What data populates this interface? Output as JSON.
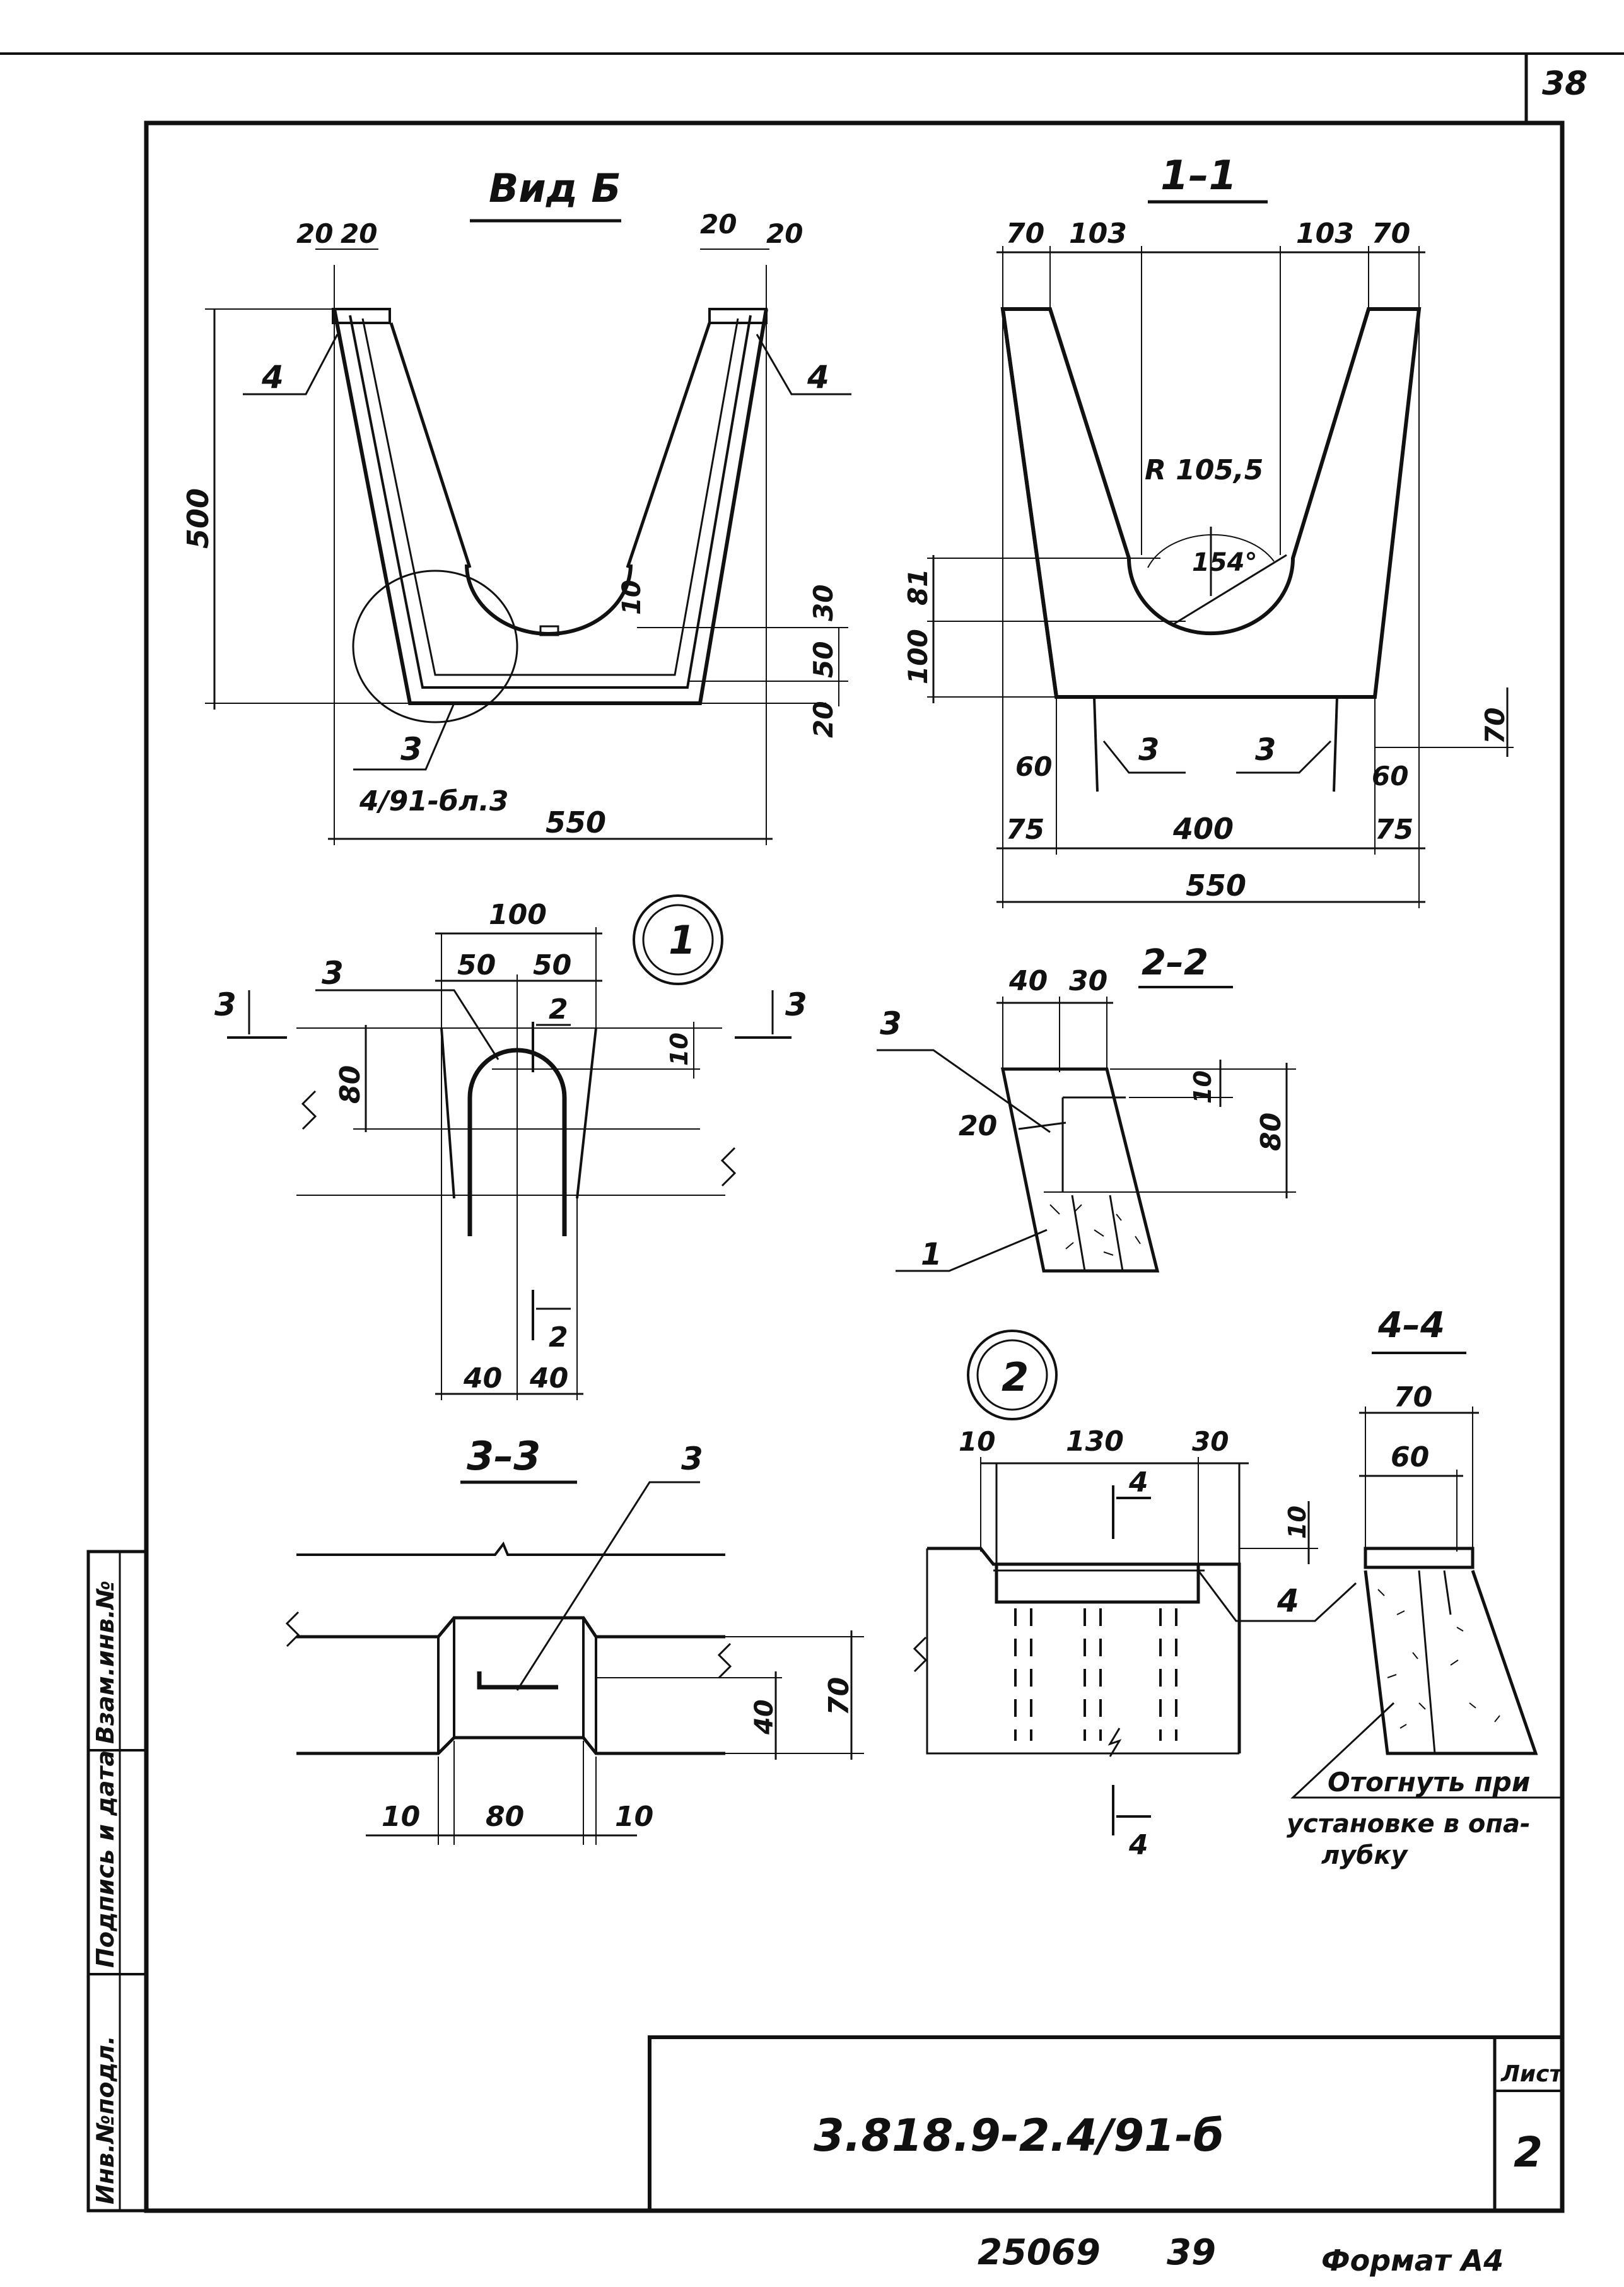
{
  "page_number": "38",
  "view_b": {
    "title": "Вид Б",
    "dims": [
      "20",
      "20",
      "20",
      "20",
      "500",
      "10",
      "30",
      "50",
      "20"
    ],
    "callouts": [
      "4",
      "4",
      "3"
    ],
    "ref_note": "4/91-бл.3",
    "width": "550"
  },
  "section_1_1": {
    "title": "1–1",
    "top_dims": [
      "70",
      "103",
      "103",
      "70"
    ],
    "radius": "R 105,5",
    "angle": "154°",
    "left_dims": [
      "81",
      "100"
    ],
    "right_dim": "70",
    "small_dims": [
      "60",
      "60"
    ],
    "callouts": [
      "3",
      "3"
    ],
    "bottom_dims": [
      "75",
      "400",
      "75"
    ],
    "total": "550"
  },
  "node_1": {
    "label": "1",
    "width": "100",
    "halves": [
      "50",
      "50"
    ],
    "height": "80",
    "gap": "10",
    "callout": "3",
    "cut_marks": [
      "3",
      "3",
      "2",
      "2"
    ],
    "bottom_dims": [
      "40",
      "40"
    ]
  },
  "section_2_2": {
    "title": "2–2",
    "top_dims": [
      "40",
      "30"
    ],
    "callouts": [
      "3",
      "1"
    ],
    "dims": [
      "20",
      "10",
      "80"
    ]
  },
  "section_3_3": {
    "title": "3–3",
    "callout": "3",
    "bottom_dims": [
      "10",
      "80",
      "10"
    ],
    "right_dims": [
      "40",
      "70"
    ]
  },
  "node_2": {
    "label": "2",
    "top_dims": [
      "10",
      "130",
      "30"
    ],
    "dim": "10",
    "callout": "4",
    "cut_marks": [
      "4",
      "4"
    ]
  },
  "section_4_4": {
    "title": "4–4",
    "dims": [
      "70",
      "60"
    ],
    "note_line1": "Отогнуть при",
    "note_line2": "установке в опа-",
    "note_line3": "лубку"
  },
  "side_stamp": {
    "col1": "Взам.инв.№",
    "col2": "Подпись и дата",
    "col3": "Инв.№подл."
  },
  "title_block": {
    "doc_code": "3.818.9-2.4/91-б",
    "sheet_label": "Лист",
    "sheet_number": "2"
  },
  "footer": {
    "archive_no": "25069",
    "archive_sheet": "39",
    "format": "Формат А4"
  }
}
